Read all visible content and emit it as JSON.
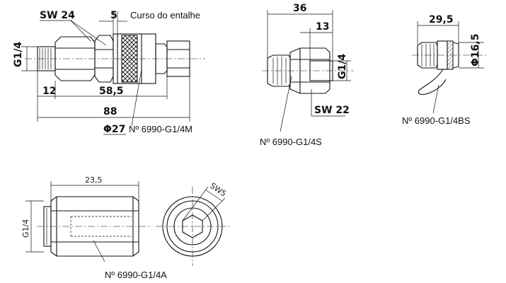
{
  "fitting_m": {
    "dims": {
      "sw": "SW 24",
      "groove_w": "5",
      "thread": "G1/4",
      "left_len": "12",
      "mid_len": "58,5",
      "total_len": "88",
      "diameter": "Φ27"
    },
    "groove_note": "Curso do entalhe",
    "part_no": "Nº 6990-G1/4M"
  },
  "fitting_s": {
    "dims": {
      "total_len": "36",
      "hex_len": "13",
      "thread": "G1/4",
      "sw": "SW 22"
    },
    "part_no": "Nº 6990-G1/4S"
  },
  "fitting_bs": {
    "dims": {
      "length": "29,5",
      "diameter": "Φ16,5"
    },
    "part_no": "Nº 6990-G1/4BS"
  },
  "fitting_a": {
    "dims": {
      "length": "23,5",
      "thread": "G1/4",
      "sw": "SW5"
    },
    "part_no": "Nº 6990-G1/4A"
  }
}
